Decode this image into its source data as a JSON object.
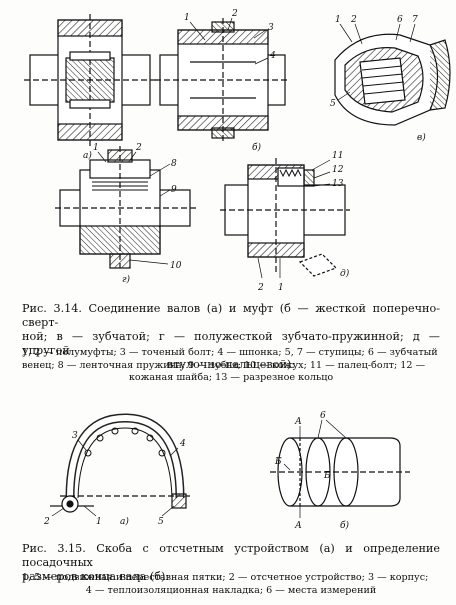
{
  "figure_3_14": {
    "panel_labels": [
      "а)",
      "б)",
      "в)",
      "г)",
      "д)"
    ],
    "callouts_b": [
      "1",
      "2",
      "3",
      "4"
    ],
    "callouts_v": [
      "1",
      "2",
      "6",
      "7",
      "5"
    ],
    "callouts_g": [
      "1",
      "2",
      "8",
      "9",
      "10"
    ],
    "callouts_d": [
      "11",
      "12",
      "13",
      "2",
      "1"
    ],
    "caption_line1": "Рис. 3.14. Соединение валов (а) и муфт (б — жесткой поперечно-сверт-",
    "caption_line2": "ной; в — зубчатой; г — полужесткой зубчато-пружинной; д — упругой",
    "caption_line3": "втулочно-пальцевой):",
    "legend_line1": "1, 2 — полумуфты; 3 — точеный болт; 4 — шпонка; 5, 7 — ступицы; 6 — зубчатый",
    "legend_line2": "венец; 8 — ленточная пружина; 9 — зубья; 10 — кожух; 11 — палец-болт; 12 —",
    "legend_line3": "кожаная шайба; 13 — разрезное кольцо"
  },
  "figure_3_15": {
    "panel_labels": [
      "а)",
      "б)"
    ],
    "callouts_a": [
      "3",
      "4",
      "2",
      "1",
      "5"
    ],
    "callouts_b": [
      "А",
      "6",
      "Б",
      "Б",
      "А"
    ],
    "caption_line1": "Рис. 3.15. Скоба с отсчетным устройством (а) и определение посадочных",
    "caption_line2": "размеров конца вала (б):",
    "legend_line1": "1, 5 — подвижная и переставная пятки; 2 — отсчетное устройство; 3 — корпус;",
    "legend_line2": "4 — теплоизоляционная накладка; 6 — места измерений"
  }
}
